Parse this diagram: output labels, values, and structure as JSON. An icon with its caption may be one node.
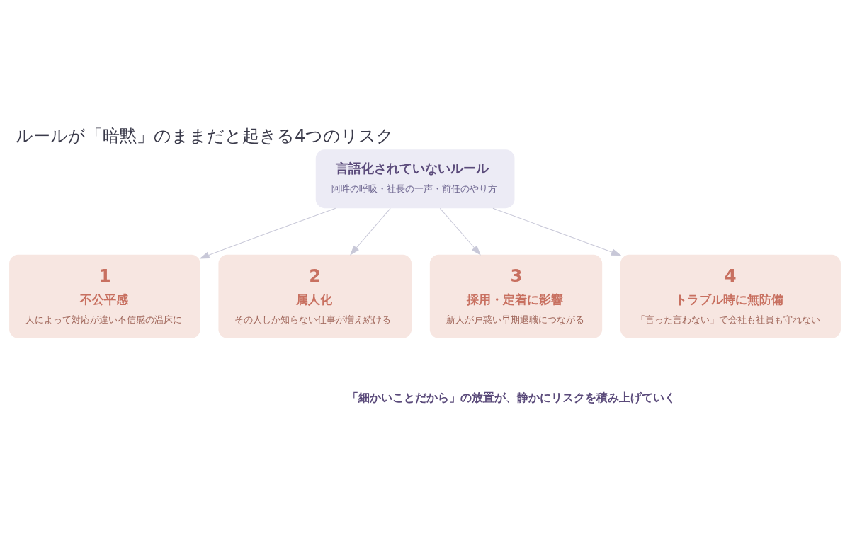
{
  "diagram": {
    "title": "ルールが「暗黙」のままだと起きる4つのリスク",
    "nodes": [
      {
        "text": [
          "言語化されていないルール",
          "阿吽の呼吸・社長の一声・前任のやり方"
        ]
      },
      {
        "text": [
          "1",
          "不公平感",
          "人によって対応が違い不信感の温床に"
        ]
      },
      {
        "text": [
          "2",
          "属人化",
          "その人しか知らない仕事が増え続ける"
        ]
      },
      {
        "text": [
          "3",
          "採用・定着に影響",
          "新人が戸惑い早期退職につながる"
        ]
      },
      {
        "text": [
          "4",
          "トラブル時に無防備",
          "「言った言わない」で会社も社員も守れない"
        ]
      }
    ],
    "edges": [
      {
        "from": 0,
        "to": 1,
        "arrow": "to"
      },
      {
        "from": 0,
        "to": 2,
        "arrow": "to"
      },
      {
        "from": 0,
        "to": 3,
        "arrow": "to"
      },
      {
        "from": 0,
        "to": 4,
        "arrow": "to"
      }
    ],
    "labels": [
      "「細かいことだから」の放置が、静かにリスクを積み上げていく"
    ]
  }
}
